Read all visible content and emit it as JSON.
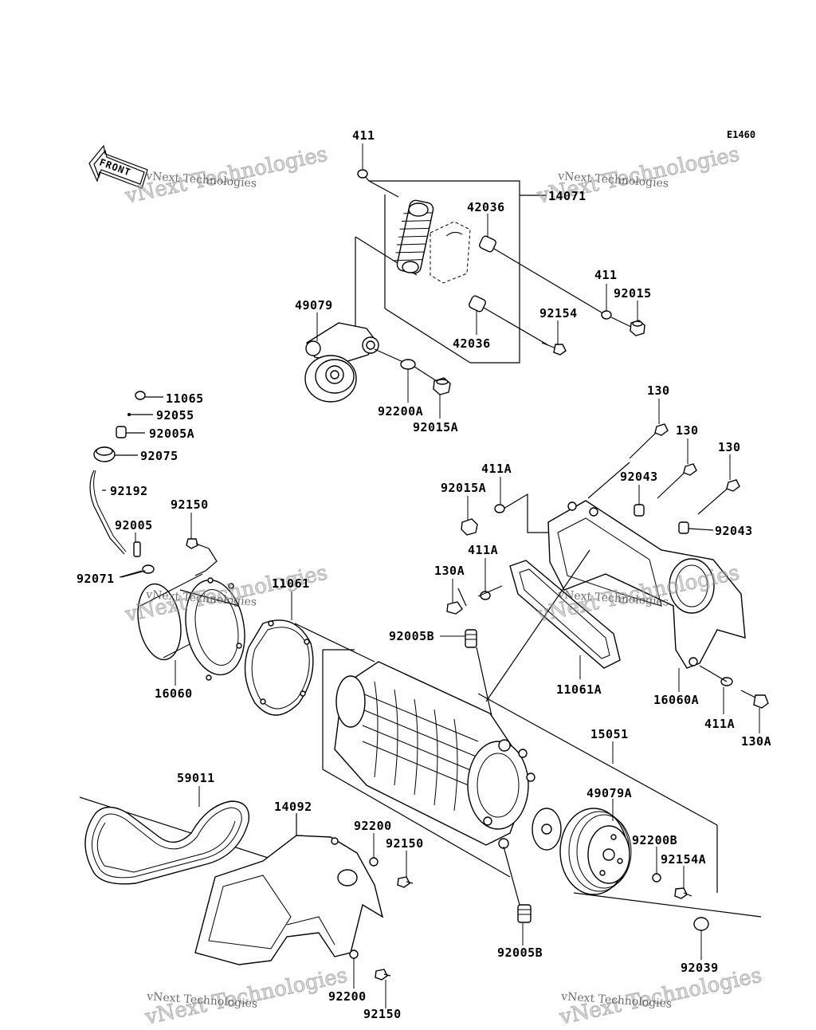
{
  "figure_code": "E1460",
  "front_arrow_label": "FRONT",
  "watermark": {
    "big_text": "vNext Technologies",
    "small_text": "vNext Technologies"
  },
  "callouts": {
    "p411_top": "411",
    "p14071": "14071",
    "p42036_top": "42036",
    "p42036_bottom": "42036",
    "p411_right": "411",
    "p92015": "92015",
    "p92154": "92154",
    "p49079": "49079",
    "p92200A": "92200A",
    "p92015A_top": "92015A",
    "p11065": "11065",
    "p92055": "92055",
    "p92005A": "92005A",
    "p92075": "92075",
    "p92192": "92192",
    "p92150_left": "92150",
    "p92005": "92005",
    "p92071": "92071",
    "p11061": "11061",
    "p16060": "16060",
    "p130_1": "130",
    "p130_2": "130",
    "p130_3": "130",
    "p92043_top": "92043",
    "p92043_right": "92043",
    "p411A_1": "411A",
    "p92015A_mid": "92015A",
    "p411A_2": "411A",
    "p130A_left": "130A",
    "p92005B_top": "92005B",
    "p11061A": "11061A",
    "p16060A": "16060A",
    "p411A_3": "411A",
    "p130A_right": "130A",
    "p15051": "15051",
    "p59011": "59011",
    "p14092": "14092",
    "p92200_mid": "92200",
    "p92150_mid": "92150",
    "p49079A": "49079A",
    "p92200B": "92200B",
    "p92154A": "92154A",
    "p92005B_bottom": "92005B",
    "p92039": "92039",
    "p92200_bottom": "92200",
    "p92150_bottom": "92150"
  }
}
